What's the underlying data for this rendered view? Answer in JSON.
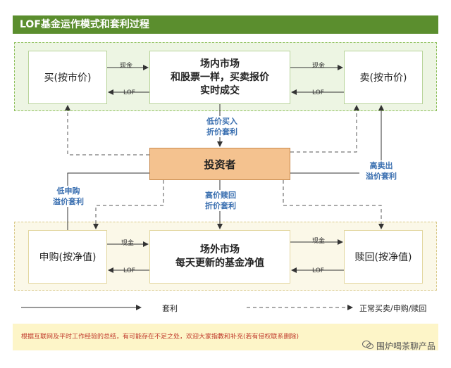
{
  "title": "LOF基金运作模式和套利过程",
  "top": {
    "buy": "买(按市价)",
    "market_line1": "场内市场",
    "market_line2": "和股票一样，买卖报价",
    "market_line3": "实时成交",
    "sell": "卖(按市价)",
    "cash": "现金",
    "lof": "LOF"
  },
  "investor": "投资者",
  "annotations": {
    "low_buy_line1": "低价买入",
    "low_buy_line2": "折价套利",
    "high_sell_line1": "高卖出",
    "high_sell_line2": "溢价套利",
    "low_sub_line1": "低申购",
    "low_sub_line2": "溢价套利",
    "high_redeem_line1": "高价赎回",
    "high_redeem_line2": "折价套利"
  },
  "bottom": {
    "subscribe": "申购(按净值)",
    "market_line1": "场外市场",
    "market_line2": "每天更新的基金净值",
    "redeem": "赎回(按净值)",
    "cash": "现金",
    "lof": "LOF"
  },
  "legend": {
    "solid": "套利",
    "dashed": "正常买卖/申购/赎回"
  },
  "note": "根据互联网及平时工作经验的总结，有可能存在不足之处，欢迎大家指教和补充(若有侵权联系删除)",
  "watermark": "围炉喝茶聊产品"
}
